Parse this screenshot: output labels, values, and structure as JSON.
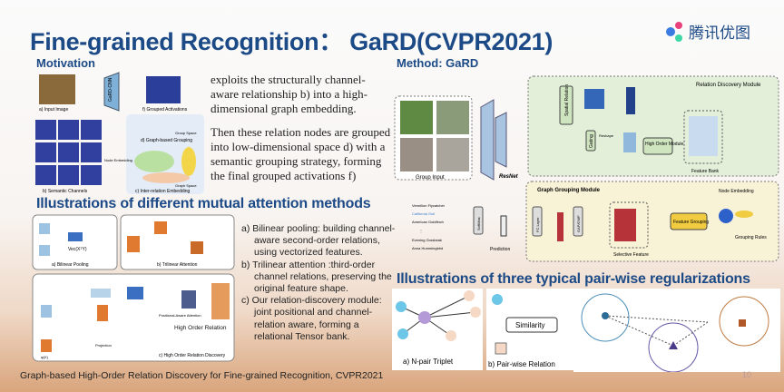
{
  "title": "Fine-grained Recognition： GaRD(CVPR2021)",
  "logo": {
    "text": "腾讯优图"
  },
  "motivation": {
    "heading": "Motivation",
    "fig": {
      "network": "GaRD-CNN",
      "a": "a) Input Image",
      "b": "b) Semantic Channels",
      "c": "c) Inter-relation Embedding",
      "d": "d) Graph-based Grouping",
      "f": "f) Grouped Activations",
      "node_emb": "Node Embedding",
      "group_space": "Group Space",
      "graph_space": "Graph Space"
    },
    "text1": "exploits the structurally channel-aware relationship b) into a high-dimensional graph embedding.",
    "text2": "Then these relation nodes are grouped into low-dimensional space d) with a semantic grouping strategy, forming the final grouped activations f)"
  },
  "attention": {
    "heading": "Illustrations of different mutual attention methods",
    "fig": {
      "a": "a) Bilinear Pooling",
      "b": "b) Trilinear Attention",
      "c": "c) High Order Relation Discovery",
      "vec": "Vec(XᵀY)",
      "pos": "Positional-Aware Attention",
      "hor": "High Order Relation",
      "proj": "Projection",
      "gx": "φ(X)"
    },
    "items": [
      "a)  Bilinear pooling: building channel-aware second-order relations, using vectorized features.",
      "b)  Trilinear attention :third-order channel relations, preserving the original feature shape.",
      "c)  Our relation-discovery module: joint positional and channel-relation aware, forming a relational Tensor bank."
    ]
  },
  "method": {
    "heading": "Method: GaRD",
    "fig": {
      "group_input": "Group Input",
      "resnet": "ResNet",
      "rdm": "Relation Discovery Module",
      "spatial": "Spatial Relation",
      "gating": "Gating",
      "reshape": "Reshape",
      "hom": "High Order Module",
      "bank": "Feature Bank",
      "ggm": "Graph Grouping Module",
      "fg": "Feature Grouping",
      "node_emb": "Node Embedding",
      "rules": "Grouping Rules",
      "selective": "Selective Feature",
      "gap": "GAP/GMP",
      "fc": "FC Layer",
      "softmax": "SoftMax",
      "prediction": "Prediction",
      "classes": [
        "Vermilion Flycatcher",
        "California Gull",
        "American Goldfinch",
        "⋮",
        "Evening Grosbeak",
        "Anna Hummingbird"
      ]
    }
  },
  "pairwise": {
    "heading": "Illustrations of three typical pair-wise regularizations",
    "a": "a) N-pair Triplet",
    "b": "b) Pair-wise Relation",
    "similarity": "Similarity"
  },
  "footer": "Graph-based High-Order Relation Discovery for Fine-grained Recognition, CVPR2021",
  "page": "10",
  "colors": {
    "title": "#1c4a86",
    "green_panel": "#e3efd9",
    "yellow_panel": "#f8f2d6"
  }
}
